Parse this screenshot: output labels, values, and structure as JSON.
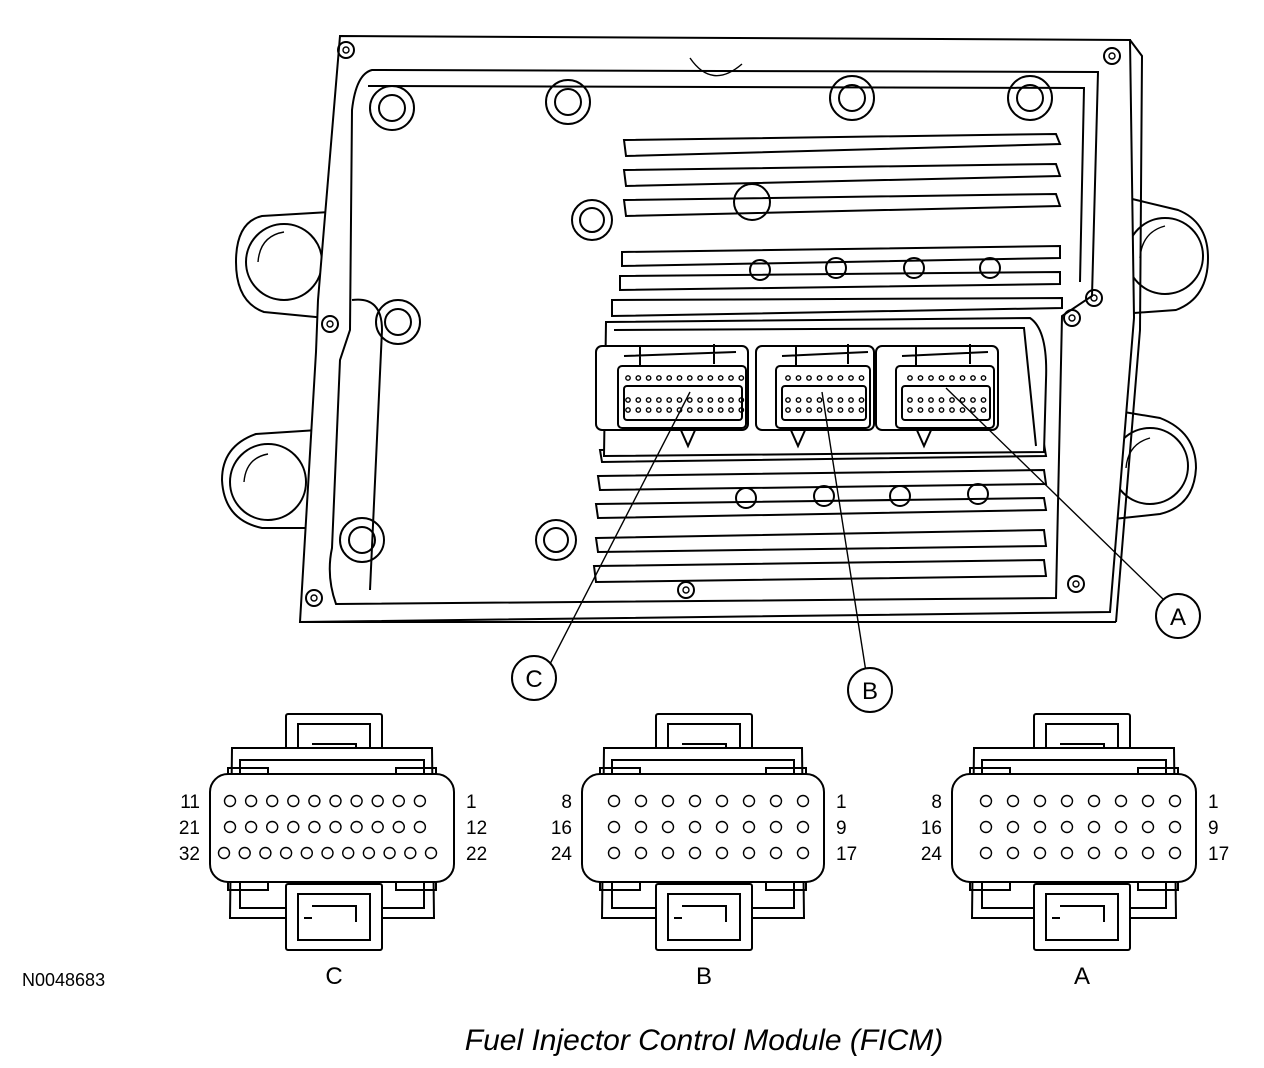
{
  "callouts": {
    "a": "A",
    "b": "B",
    "c": "C"
  },
  "connectors": [
    {
      "id": "C",
      "label": "C",
      "pin_rows": [
        {
          "left": "11",
          "right": "1",
          "pins": 10
        },
        {
          "left": "21",
          "right": "12",
          "pins": 10
        },
        {
          "left": "32",
          "right": "22",
          "pins": 11
        }
      ]
    },
    {
      "id": "B",
      "label": "B",
      "pin_rows": [
        {
          "left": "8",
          "right": "1",
          "pins": 8
        },
        {
          "left": "16",
          "right": "9",
          "pins": 8
        },
        {
          "left": "24",
          "right": "17",
          "pins": 8
        }
      ]
    },
    {
      "id": "A",
      "label": "A",
      "pin_rows": [
        {
          "left": "8",
          "right": "1",
          "pins": 8
        },
        {
          "left": "16",
          "right": "9",
          "pins": 8
        },
        {
          "left": "24",
          "right": "17",
          "pins": 8
        }
      ]
    }
  ],
  "figure_id": "N0048683",
  "caption": "Fuel Injector Control Module (FICM)"
}
